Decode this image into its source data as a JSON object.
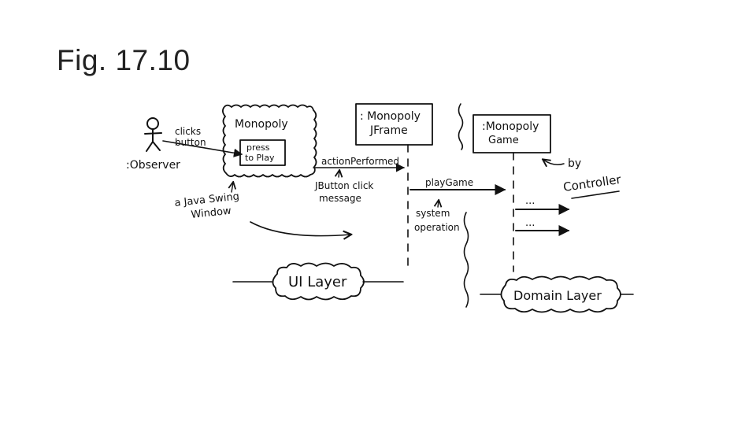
{
  "slide": {
    "title": "Fig. 17.10"
  },
  "diagram": {
    "actor": {
      "label": ":Observer",
      "action": [
        "clicks",
        "button"
      ]
    },
    "window": {
      "title": "Monopoly",
      "button": [
        "press",
        "to Play"
      ],
      "note": [
        "a Java Swing",
        "Window"
      ]
    },
    "jframe": {
      "label": [
        ": Monopoly",
        "JFrame"
      ]
    },
    "game": {
      "label": [
        ":Monopoly",
        "Game"
      ],
      "note": [
        "by",
        "Controller"
      ]
    },
    "messages": {
      "action_performed": "actionPerformed",
      "click_note": [
        "JButton click",
        "message"
      ],
      "play_game": "playGame",
      "system_note": [
        "system",
        "operation"
      ],
      "ellipsis": "..."
    },
    "layers": {
      "ui": "UI Layer",
      "domain": "Domain Layer"
    }
  }
}
